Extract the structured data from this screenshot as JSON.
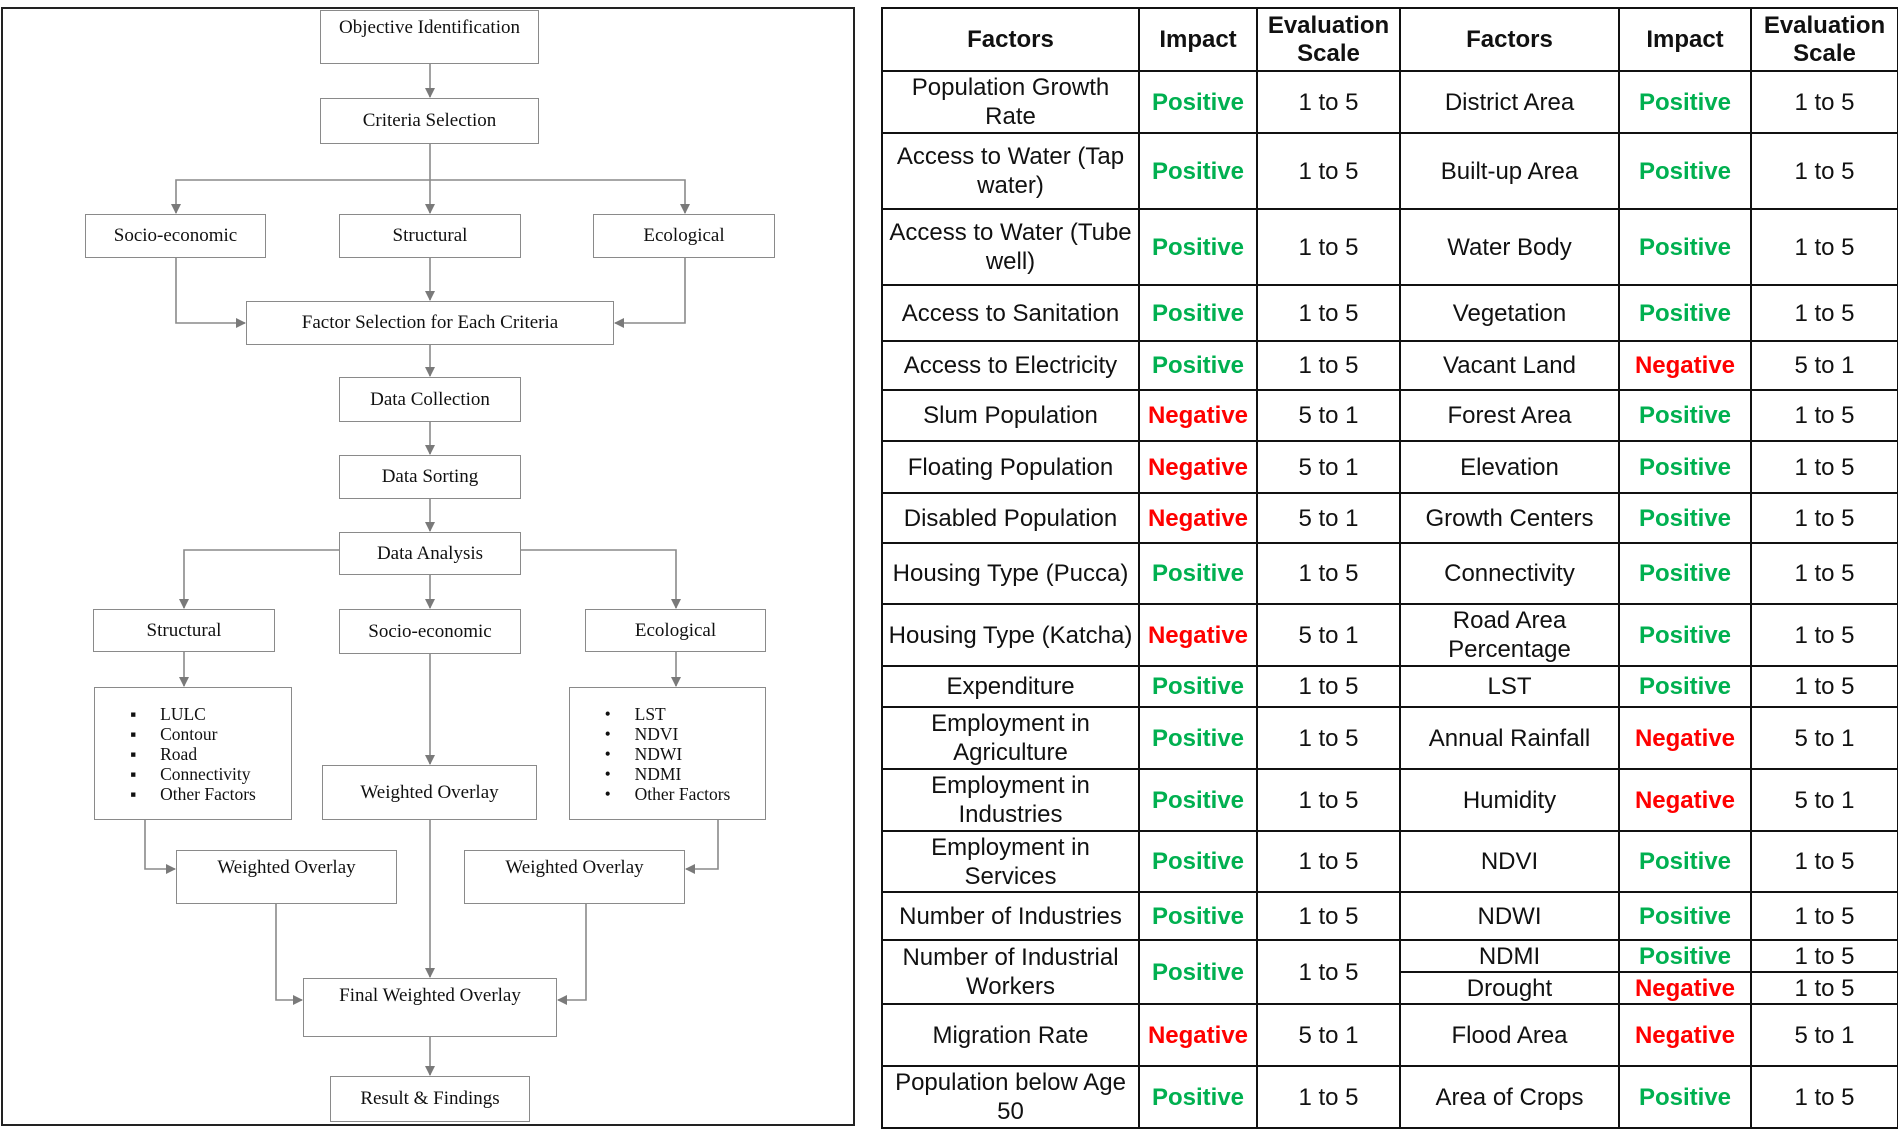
{
  "flowchart": {
    "objective": "Objective Identification",
    "criteria": "Criteria Selection",
    "criteria_branches": [
      "Socio-economic",
      "Structural",
      "Ecological"
    ],
    "factor_selection": "Factor Selection for Each Criteria",
    "data_collection": "Data Collection",
    "data_sorting": "Data Sorting",
    "data_analysis": "Data Analysis",
    "analysis_branches": [
      "Structural",
      "Socio-economic",
      "Ecological"
    ],
    "structural_factors": [
      "LULC",
      "Contour",
      "Road",
      "Connectivity",
      "Other Factors"
    ],
    "ecological_factors": [
      "LST",
      "NDVI",
      "NDWI",
      "NDMI",
      "Other Factors"
    ],
    "weighted_overlay_center": "Weighted Overlay",
    "weighted_overlay_left": "Weighted Overlay",
    "weighted_overlay_right": "Weighted Overlay",
    "final_overlay": "Final Weighted Overlay",
    "result": "Result & Findings",
    "bullet_square": "▪",
    "bullet_dot": "•"
  },
  "table": {
    "headers": [
      "Factors",
      "Impact",
      "Evaluation Scale",
      "Factors",
      "Impact",
      "Evaluation Scale"
    ],
    "colors": {
      "positive": "#00b050",
      "negative": "#ff0000"
    },
    "left": [
      {
        "factor": "Population Growth Rate",
        "impact": "Positive",
        "scale": "1 to 5"
      },
      {
        "factor": "Access to Water (Tap water)",
        "impact": "Positive",
        "scale": "1 to 5"
      },
      {
        "factor": "Access to Water (Tube well)",
        "impact": "Positive",
        "scale": "1 to 5"
      },
      {
        "factor": "Access to Sanitation",
        "impact": "Positive",
        "scale": "1 to 5"
      },
      {
        "factor": "Access to Electricity",
        "impact": "Positive",
        "scale": "1 to 5"
      },
      {
        "factor": "Slum Population",
        "impact": "Negative",
        "scale": "5 to 1"
      },
      {
        "factor": "Floating Population",
        "impact": "Negative",
        "scale": "5 to 1"
      },
      {
        "factor": "Disabled Population",
        "impact": "Negative",
        "scale": "5 to 1"
      },
      {
        "factor": "Housing Type (Pucca)",
        "impact": "Positive",
        "scale": "1 to 5"
      },
      {
        "factor": "Housing Type (Katcha)",
        "impact": "Negative",
        "scale": "5 to 1"
      },
      {
        "factor": "Expenditure",
        "impact": "Positive",
        "scale": "1 to 5"
      },
      {
        "factor": "Employment in Agriculture",
        "impact": "Positive",
        "scale": "1 to 5"
      },
      {
        "factor": "Employment in Industries",
        "impact": "Positive",
        "scale": "1 to 5"
      },
      {
        "factor": "Employment in Services",
        "impact": "Positive",
        "scale": "1 to 5"
      },
      {
        "factor": "Number of Industries",
        "impact": "Positive",
        "scale": "1 to 5"
      },
      {
        "factor": "Number of Industrial Workers",
        "impact": "Positive",
        "scale": "1 to 5"
      },
      {
        "factor": "Migration Rate",
        "impact": "Negative",
        "scale": "5 to 1"
      },
      {
        "factor": "Population below Age 50",
        "impact": "Positive",
        "scale": "1 to 5"
      }
    ],
    "right": [
      {
        "factor": "District Area",
        "impact": "Positive",
        "scale": "1 to 5"
      },
      {
        "factor": "Built-up Area",
        "impact": "Positive",
        "scale": "1 to 5"
      },
      {
        "factor": "Water Body",
        "impact": "Positive",
        "scale": "1 to 5"
      },
      {
        "factor": "Vegetation",
        "impact": "Positive",
        "scale": "1 to 5"
      },
      {
        "factor": "Vacant Land",
        "impact": "Negative",
        "scale": "5 to 1"
      },
      {
        "factor": "Forest Area",
        "impact": "Positive",
        "scale": "1 to 5"
      },
      {
        "factor": "Elevation",
        "impact": "Positive",
        "scale": "1 to 5"
      },
      {
        "factor": "Growth Centers",
        "impact": "Positive",
        "scale": "1 to 5"
      },
      {
        "factor": "Connectivity",
        "impact": "Positive",
        "scale": "1 to 5"
      },
      {
        "factor": "Road Area Percentage",
        "impact": "Positive",
        "scale": "1 to 5"
      },
      {
        "factor": "LST",
        "impact": "Positive",
        "scale": "1 to 5"
      },
      {
        "factor": "Annual Rainfall",
        "impact": "Negative",
        "scale": "5 to 1"
      },
      {
        "factor": "Humidity",
        "impact": "Negative",
        "scale": "5 to 1"
      },
      {
        "factor": "NDVI",
        "impact": "Positive",
        "scale": "1 to 5"
      },
      {
        "factor": "NDWI",
        "impact": "Positive",
        "scale": "1 to 5"
      },
      {
        "factor": "NDMI",
        "impact": "Positive",
        "scale": "1 to 5"
      },
      {
        "factor": "Drought",
        "impact": "Negative",
        "scale": "1 to 5"
      },
      {
        "factor": "Flood Area",
        "impact": "Negative",
        "scale": "5 to 1"
      },
      {
        "factor": "Area of Crops",
        "impact": "Positive",
        "scale": "1 to 5"
      }
    ]
  }
}
